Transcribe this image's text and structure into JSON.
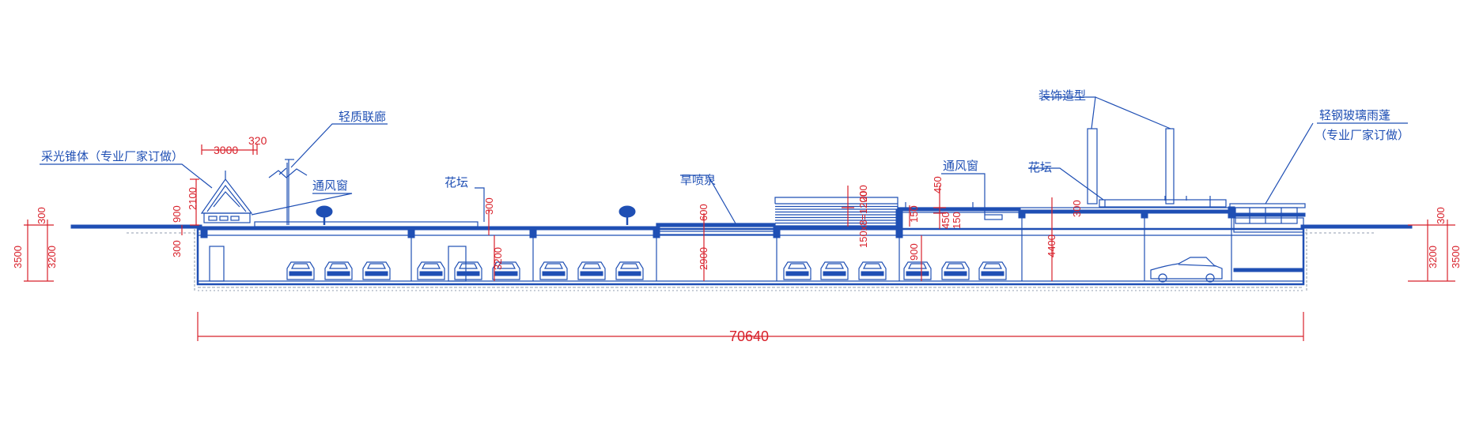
{
  "colors": {
    "line": "#1f4fb4",
    "dimension": "#d8202a",
    "hatch": "#6f7f95",
    "background": "#ffffff"
  },
  "labels": {
    "skylight": "采光锥体（专业厂家订做）",
    "corridor": "轻质联廊",
    "vent_left": "通风窗",
    "planter_left": "花坛",
    "fountain": "旱喷泉",
    "vent_right": "通风窗",
    "planter_right": "花坛",
    "decoration": "装饰造型",
    "canopy_line1": "轻钢玻璃雨蓬",
    "canopy_line2": "（专业厂家订做）"
  },
  "dimensions": {
    "overall": "70640",
    "top_3000": "3000",
    "top_320": "320",
    "h_900": "900",
    "h_2100": "2100",
    "h_300_roof": "300",
    "h_300_left": "300",
    "h_3200_left": "3200",
    "h_3500_left": "3500",
    "h_300_ceiling_left": "300",
    "h_300_planter": "300",
    "h_3200_mid": "3200",
    "h_600": "600",
    "h_2900": "2900",
    "h_200": "200",
    "h_150x8": "150x8=1200",
    "h_150_a": "150",
    "h_450": "450",
    "h_450_b": "450",
    "h_150_b": "150",
    "h_900_b": "900",
    "h_300_right_planter": "300",
    "h_4400": "4400",
    "h_300_right": "300",
    "h_3200_right": "3200",
    "h_3500_right": "3500"
  }
}
